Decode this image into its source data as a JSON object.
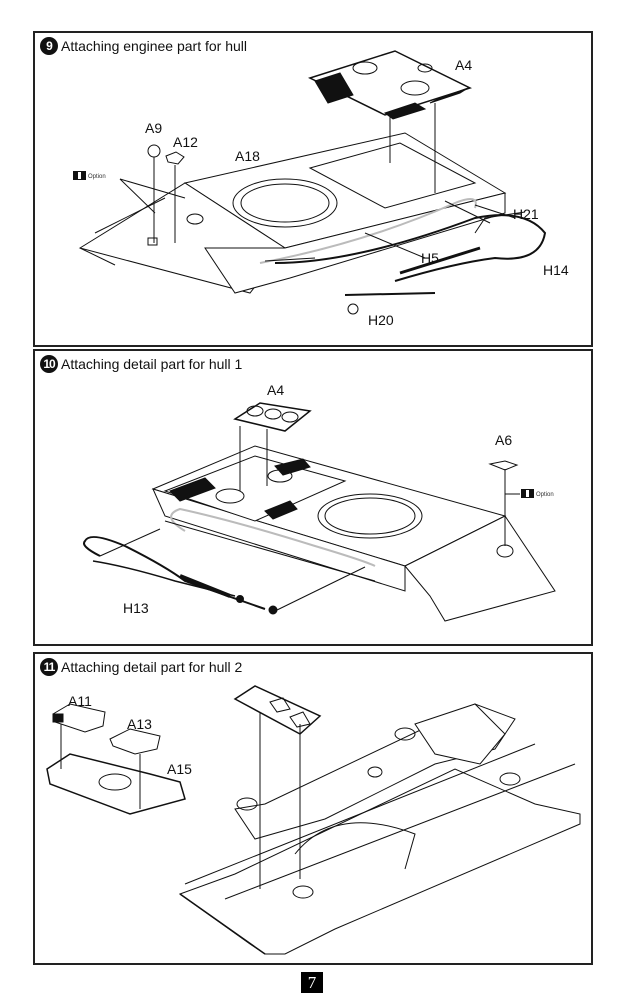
{
  "page_number": "7",
  "steps": [
    {
      "number": "9",
      "title": "Attaching enginee part for hull",
      "part_labels": [
        "A4",
        "A9",
        "A12",
        "A18",
        "H21",
        "H5",
        "H14",
        "H20"
      ],
      "option_label": "Option"
    },
    {
      "number": "10",
      "title": "Attaching detail part for hull 1",
      "part_labels": [
        "A4",
        "A6",
        "H13"
      ],
      "option_label": "Option"
    },
    {
      "number": "11",
      "title": "Attaching detail part for hull 2",
      "part_labels": [
        "A11",
        "A13",
        "A15"
      ]
    }
  ]
}
